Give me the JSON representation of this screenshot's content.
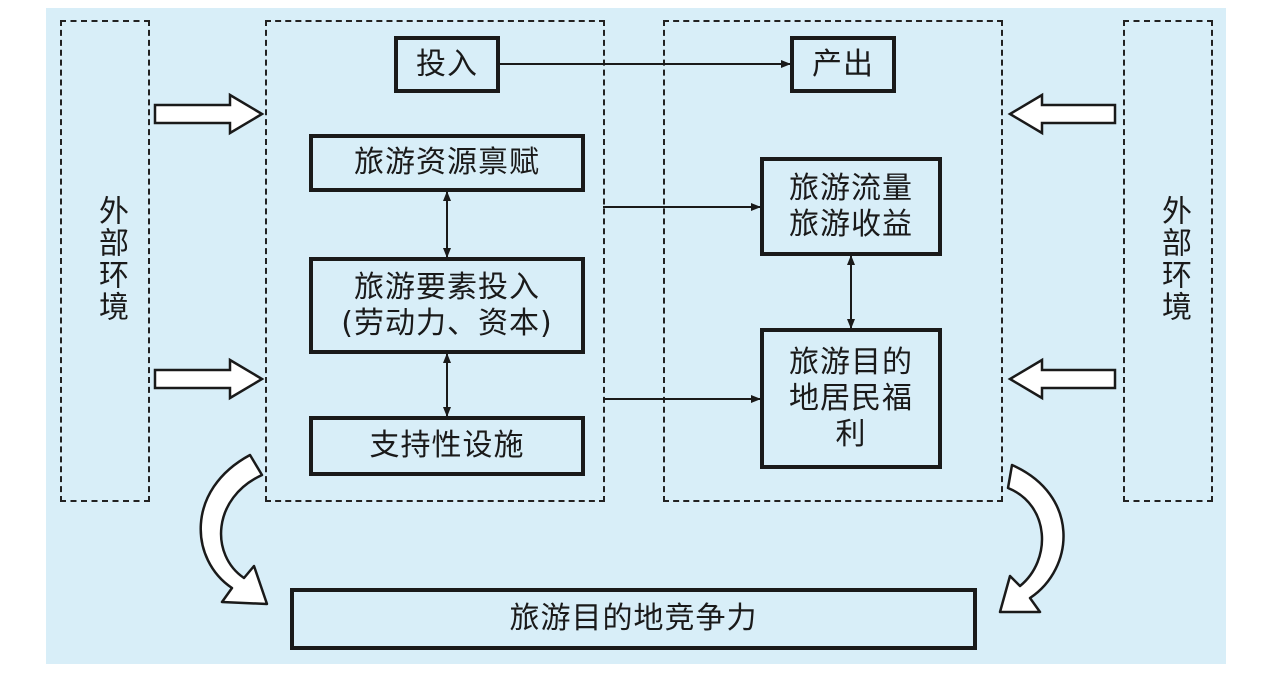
{
  "diagram": {
    "external_env_left": "外部环境",
    "external_env_right": "外部环境",
    "input": "投入",
    "output": "产出",
    "resource_endowment": "旅游资源禀赋",
    "factor_input_line1": "旅游要素投入",
    "factor_input_line2": "(劳动力、资本)",
    "support_facilities": "支持性设施",
    "flow_line1": "旅游流量",
    "flow_line2": "旅游收益",
    "welfare_line1": "旅游目的",
    "welfare_line2": "地居民福",
    "welfare_line3": "利",
    "competitiveness": "旅游目的地竞争力"
  },
  "colors": {
    "background": "#d8eef8",
    "stroke": "#1a1a1a"
  }
}
